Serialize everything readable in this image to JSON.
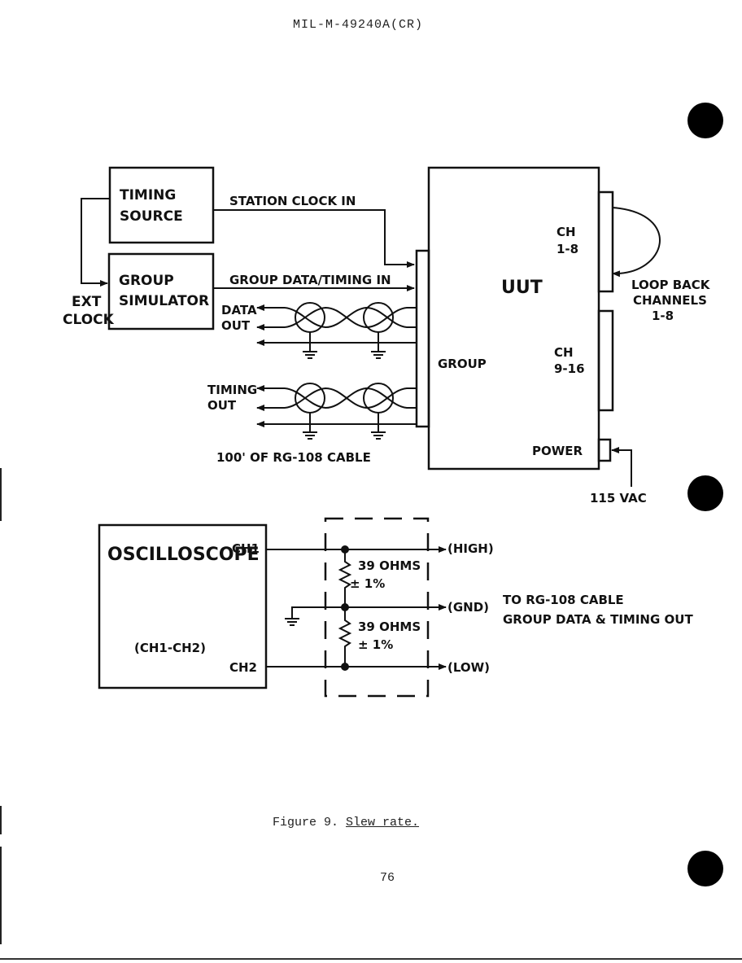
{
  "header": {
    "document_id": "MIL-M-49240A(CR)"
  },
  "diagram": {
    "timing_source": [
      "TIMING",
      "SOURCE"
    ],
    "group_simulator": [
      "GROUP",
      "SIMULATOR"
    ],
    "ext_clock": [
      "EXT",
      "CLOCK"
    ],
    "station_clock_in": "STATION CLOCK IN",
    "group_data_timing_in": "GROUP DATA/TIMING IN",
    "data_out": [
      "DATA",
      "OUT"
    ],
    "timing_out": [
      "TIMING",
      "OUT"
    ],
    "cable": "100' OF RG-108 CABLE",
    "uut": "UUT",
    "group": "GROUP",
    "ch_1_8": [
      "CH",
      "1-8"
    ],
    "ch_9_16": [
      "CH",
      "9-16"
    ],
    "power": "POWER",
    "vac": "115 VAC",
    "loop_back": [
      "LOOP BACK",
      "CHANNELS",
      "1-8"
    ],
    "oscilloscope": "OSCILLOSCOPE",
    "ch1": "CH1",
    "ch2": "CH2",
    "ch1_ch2": "(CH1-CH2)",
    "resistor_1": [
      "39 OHMS",
      "± 1%"
    ],
    "resistor_2": [
      "39 OHMS",
      "± 1%"
    ],
    "high": "(HIGH)",
    "gnd": "(GND)",
    "low": "(LOW)",
    "to_cable": [
      "TO RG-108 CABLE",
      "GROUP DATA & TIMING OUT"
    ]
  },
  "caption": {
    "prefix": "Figure 9.",
    "title": "Slew rate."
  },
  "footer": {
    "page_number": "76"
  }
}
